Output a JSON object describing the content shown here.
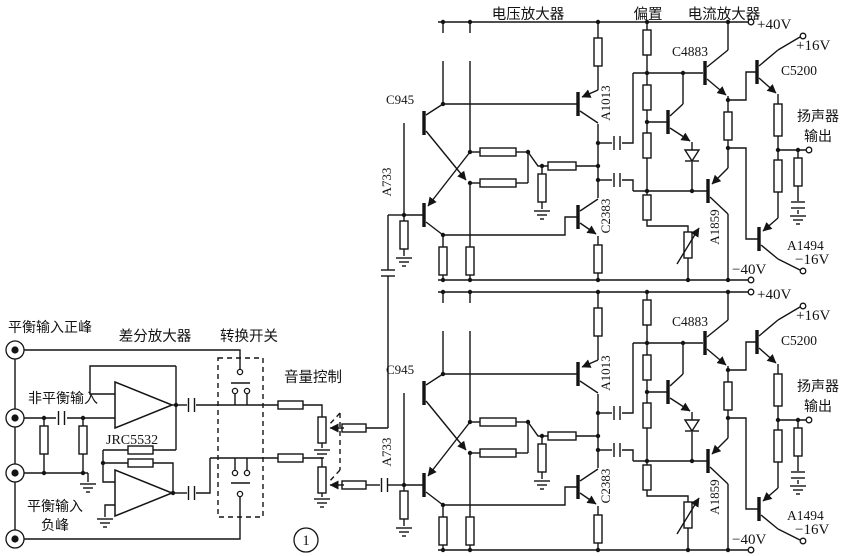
{
  "colors": {
    "ink": "#141414",
    "background": "#ffffff"
  },
  "sections": {
    "voltage_amp": "电压放大器",
    "bias": "偏置",
    "current_amp": "电流放大器",
    "diff_amp": "差分放大器",
    "selector": "转换开关",
    "volume": "音量控制"
  },
  "inputs": {
    "balanced_pos": "平衡输入正峰",
    "unbalanced": "非平衡输入",
    "balanced_neg_line1": "平衡输入",
    "balanced_neg_line2": "负峰"
  },
  "ics": {
    "opamp": "JRC5532"
  },
  "transistors": {
    "input_npn": "C945",
    "input_pnp": "A733",
    "vas_pnp": "A1013",
    "vas_npn": "C2383",
    "driver_npn": "C4883",
    "driver_pnp": "A1859",
    "output_npn": "C5200",
    "output_pnp": "A1494"
  },
  "rails": {
    "pos_main": "+40V",
    "neg_main": "−40V",
    "pos_out": "+16V",
    "neg_out": "−16V"
  },
  "outputs": {
    "speaker_line1": "扬声器",
    "speaker_line2": "输出"
  },
  "figure": {
    "number": "1"
  }
}
